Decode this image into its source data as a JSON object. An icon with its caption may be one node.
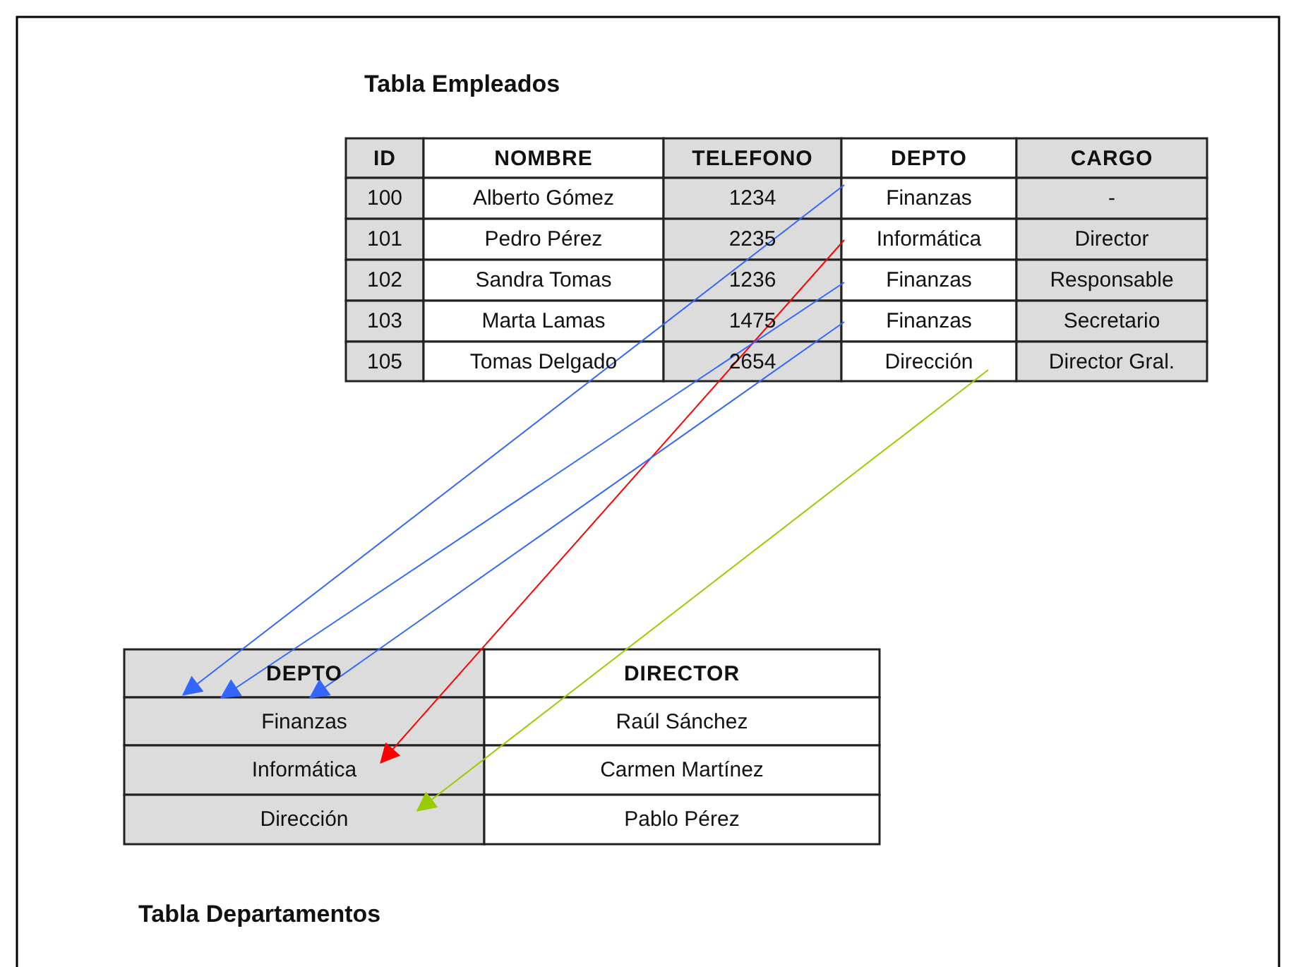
{
  "diagram": {
    "nodes": [
      {
        "text": [
          "Finanzas"
        ]
      },
      {
        "text": [
          "Informática"
        ]
      },
      {
        "text": [
          "Finanzas"
        ]
      },
      {
        "text": [
          "Finanzas"
        ]
      },
      {
        "text": [
          "Dirección"
        ]
      },
      {
        "text": [
          "Finanzas"
        ]
      },
      {
        "text": [
          "Informática"
        ]
      },
      {
        "text": [
          "Dirección"
        ]
      }
    ],
    "edges": [
      {
        "from": 0,
        "to": 5,
        "arrow": "to"
      },
      {
        "from": 1,
        "to": 6,
        "arrow": "to",
        "color": "#ff0000"
      },
      {
        "from": 2,
        "to": 5,
        "arrow": "to"
      },
      {
        "from": 3,
        "to": 5,
        "arrow": "to"
      },
      {
        "from": 4,
        "to": 7,
        "arrow": "to",
        "color": "#99cc00"
      }
    ],
    "labels": [
      "Tabla Empleados",
      "ID",
      "NOMBRE",
      "TELEFONO",
      "DEPTO",
      "CARGO",
      "100",
      "Alberto Gómez",
      "1234",
      "-",
      "101",
      "Pedro Pérez",
      "2235",
      "Director",
      "102",
      "Sandra Tomas",
      "1236",
      "Responsable",
      "103",
      "Marta Lamas",
      "1475",
      "Secretario",
      "105",
      "Tomas Delgado",
      "2654",
      "Director Gral.",
      "DEPTO",
      "DIRECTOR",
      "Raúl Sánchez",
      "Carmen Martínez",
      "Pablo Pérez",
      "Tabla Departamentos"
    ]
  }
}
